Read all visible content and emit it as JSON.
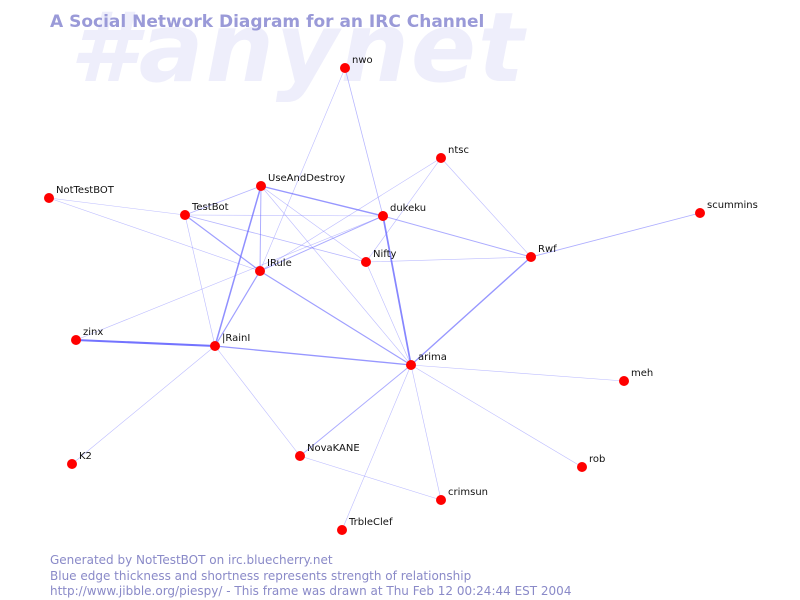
{
  "watermark": "#anynet",
  "title": "A Social Network Diagram for an IRC Channel",
  "footer": {
    "line1": "Generated by NotTestBOT on irc.bluecherry.net",
    "line2": "Blue edge thickness and shortness represents strength of relationship",
    "line3": "http://www.jibble.org/piespy/ - This frame was drawn at Thu Feb 12 00:24:44 EST 2004"
  },
  "colors": {
    "node": "#ff0000",
    "edge": "#6b6bff",
    "title": "#9a9ad8",
    "watermark": "#eeeefb"
  },
  "nodes": [
    {
      "id": "nwo",
      "label": "nwo"
    },
    {
      "id": "ntsc",
      "label": "ntsc"
    },
    {
      "id": "UseAndDestroy",
      "label": "UseAndDestroy"
    },
    {
      "id": "NotTestBOT",
      "label": "NotTestBOT"
    },
    {
      "id": "TestBot",
      "label": "TestBot"
    },
    {
      "id": "dukeku",
      "label": "dukeku"
    },
    {
      "id": "scummins",
      "label": "scummins"
    },
    {
      "id": "Nifty",
      "label": "Nifty"
    },
    {
      "id": "Rwf",
      "label": "Rwf"
    },
    {
      "id": "IRule",
      "label": "IRule"
    },
    {
      "id": "zinx",
      "label": "zinx"
    },
    {
      "id": "IRainI",
      "label": "|RainI"
    },
    {
      "id": "arima",
      "label": "arima"
    },
    {
      "id": "meh",
      "label": "meh"
    },
    {
      "id": "NovaKANE",
      "label": "NovaKANE"
    },
    {
      "id": "K2",
      "label": "K2"
    },
    {
      "id": "rob",
      "label": "rob"
    },
    {
      "id": "crimsun",
      "label": "crimsun"
    },
    {
      "id": "TrbleClef",
      "label": "TrbleClef"
    }
  ],
  "edges": [
    {
      "source": "IRainI",
      "target": "zinx",
      "strength": 3
    },
    {
      "source": "dukeku",
      "target": "arima",
      "strength": 2.5
    },
    {
      "source": "IRainI",
      "target": "UseAndDestroy",
      "strength": 2.2
    },
    {
      "source": "IRainI",
      "target": "arima",
      "strength": 2
    },
    {
      "source": "UseAndDestroy",
      "target": "dukeku",
      "strength": 2
    },
    {
      "source": "arima",
      "target": "Rwf",
      "strength": 2
    },
    {
      "source": "IRule",
      "target": "arima",
      "strength": 1.8
    },
    {
      "source": "IRule",
      "target": "IRainI",
      "strength": 1.8
    },
    {
      "source": "TestBot",
      "target": "IRule",
      "strength": 1.8
    },
    {
      "source": "IRule",
      "target": "dukeku",
      "strength": 1.5
    },
    {
      "source": "dukeku",
      "target": "Rwf",
      "strength": 1.5
    },
    {
      "source": "arima",
      "target": "NovaKANE",
      "strength": 1.5
    },
    {
      "source": "UseAndDestroy",
      "target": "IRule",
      "strength": 1.5
    },
    {
      "source": "Rwf",
      "target": "scummins",
      "strength": 1.4
    },
    {
      "source": "TestBot",
      "target": "UseAndDestroy",
      "strength": 1.2
    },
    {
      "source": "TestBot",
      "target": "Nifty",
      "strength": 1.2
    },
    {
      "source": "nwo",
      "target": "dukeku",
      "strength": 1.2
    },
    {
      "source": "nwo",
      "target": "IRule",
      "strength": 1
    },
    {
      "source": "ntsc",
      "target": "Rwf",
      "strength": 1
    },
    {
      "source": "ntsc",
      "target": "Nifty",
      "strength": 1
    },
    {
      "source": "ntsc",
      "target": "IRule",
      "strength": 1
    },
    {
      "source": "NotTestBOT",
      "target": "TestBot",
      "strength": 1
    },
    {
      "source": "NotTestBOT",
      "target": "IRule",
      "strength": 1
    },
    {
      "source": "TestBot",
      "target": "dukeku",
      "strength": 1
    },
    {
      "source": "TestBot",
      "target": "IRainI",
      "strength": 1
    },
    {
      "source": "UseAndDestroy",
      "target": "Nifty",
      "strength": 1
    },
    {
      "source": "UseAndDestroy",
      "target": "arima",
      "strength": 1
    },
    {
      "source": "Nifty",
      "target": "Rwf",
      "strength": 1
    },
    {
      "source": "Nifty",
      "target": "arima",
      "strength": 1
    },
    {
      "source": "zinx",
      "target": "dukeku",
      "strength": 1
    },
    {
      "source": "IRainI",
      "target": "K2",
      "strength": 1
    },
    {
      "source": "IRainI",
      "target": "NovaKANE",
      "strength": 1
    },
    {
      "source": "NovaKANE",
      "target": "crimsun",
      "strength": 1
    },
    {
      "source": "arima",
      "target": "meh",
      "strength": 1
    },
    {
      "source": "arima",
      "target": "rob",
      "strength": 1
    },
    {
      "source": "arima",
      "target": "crimsun",
      "strength": 1
    },
    {
      "source": "arima",
      "target": "TrbleClef",
      "strength": 1
    }
  ]
}
